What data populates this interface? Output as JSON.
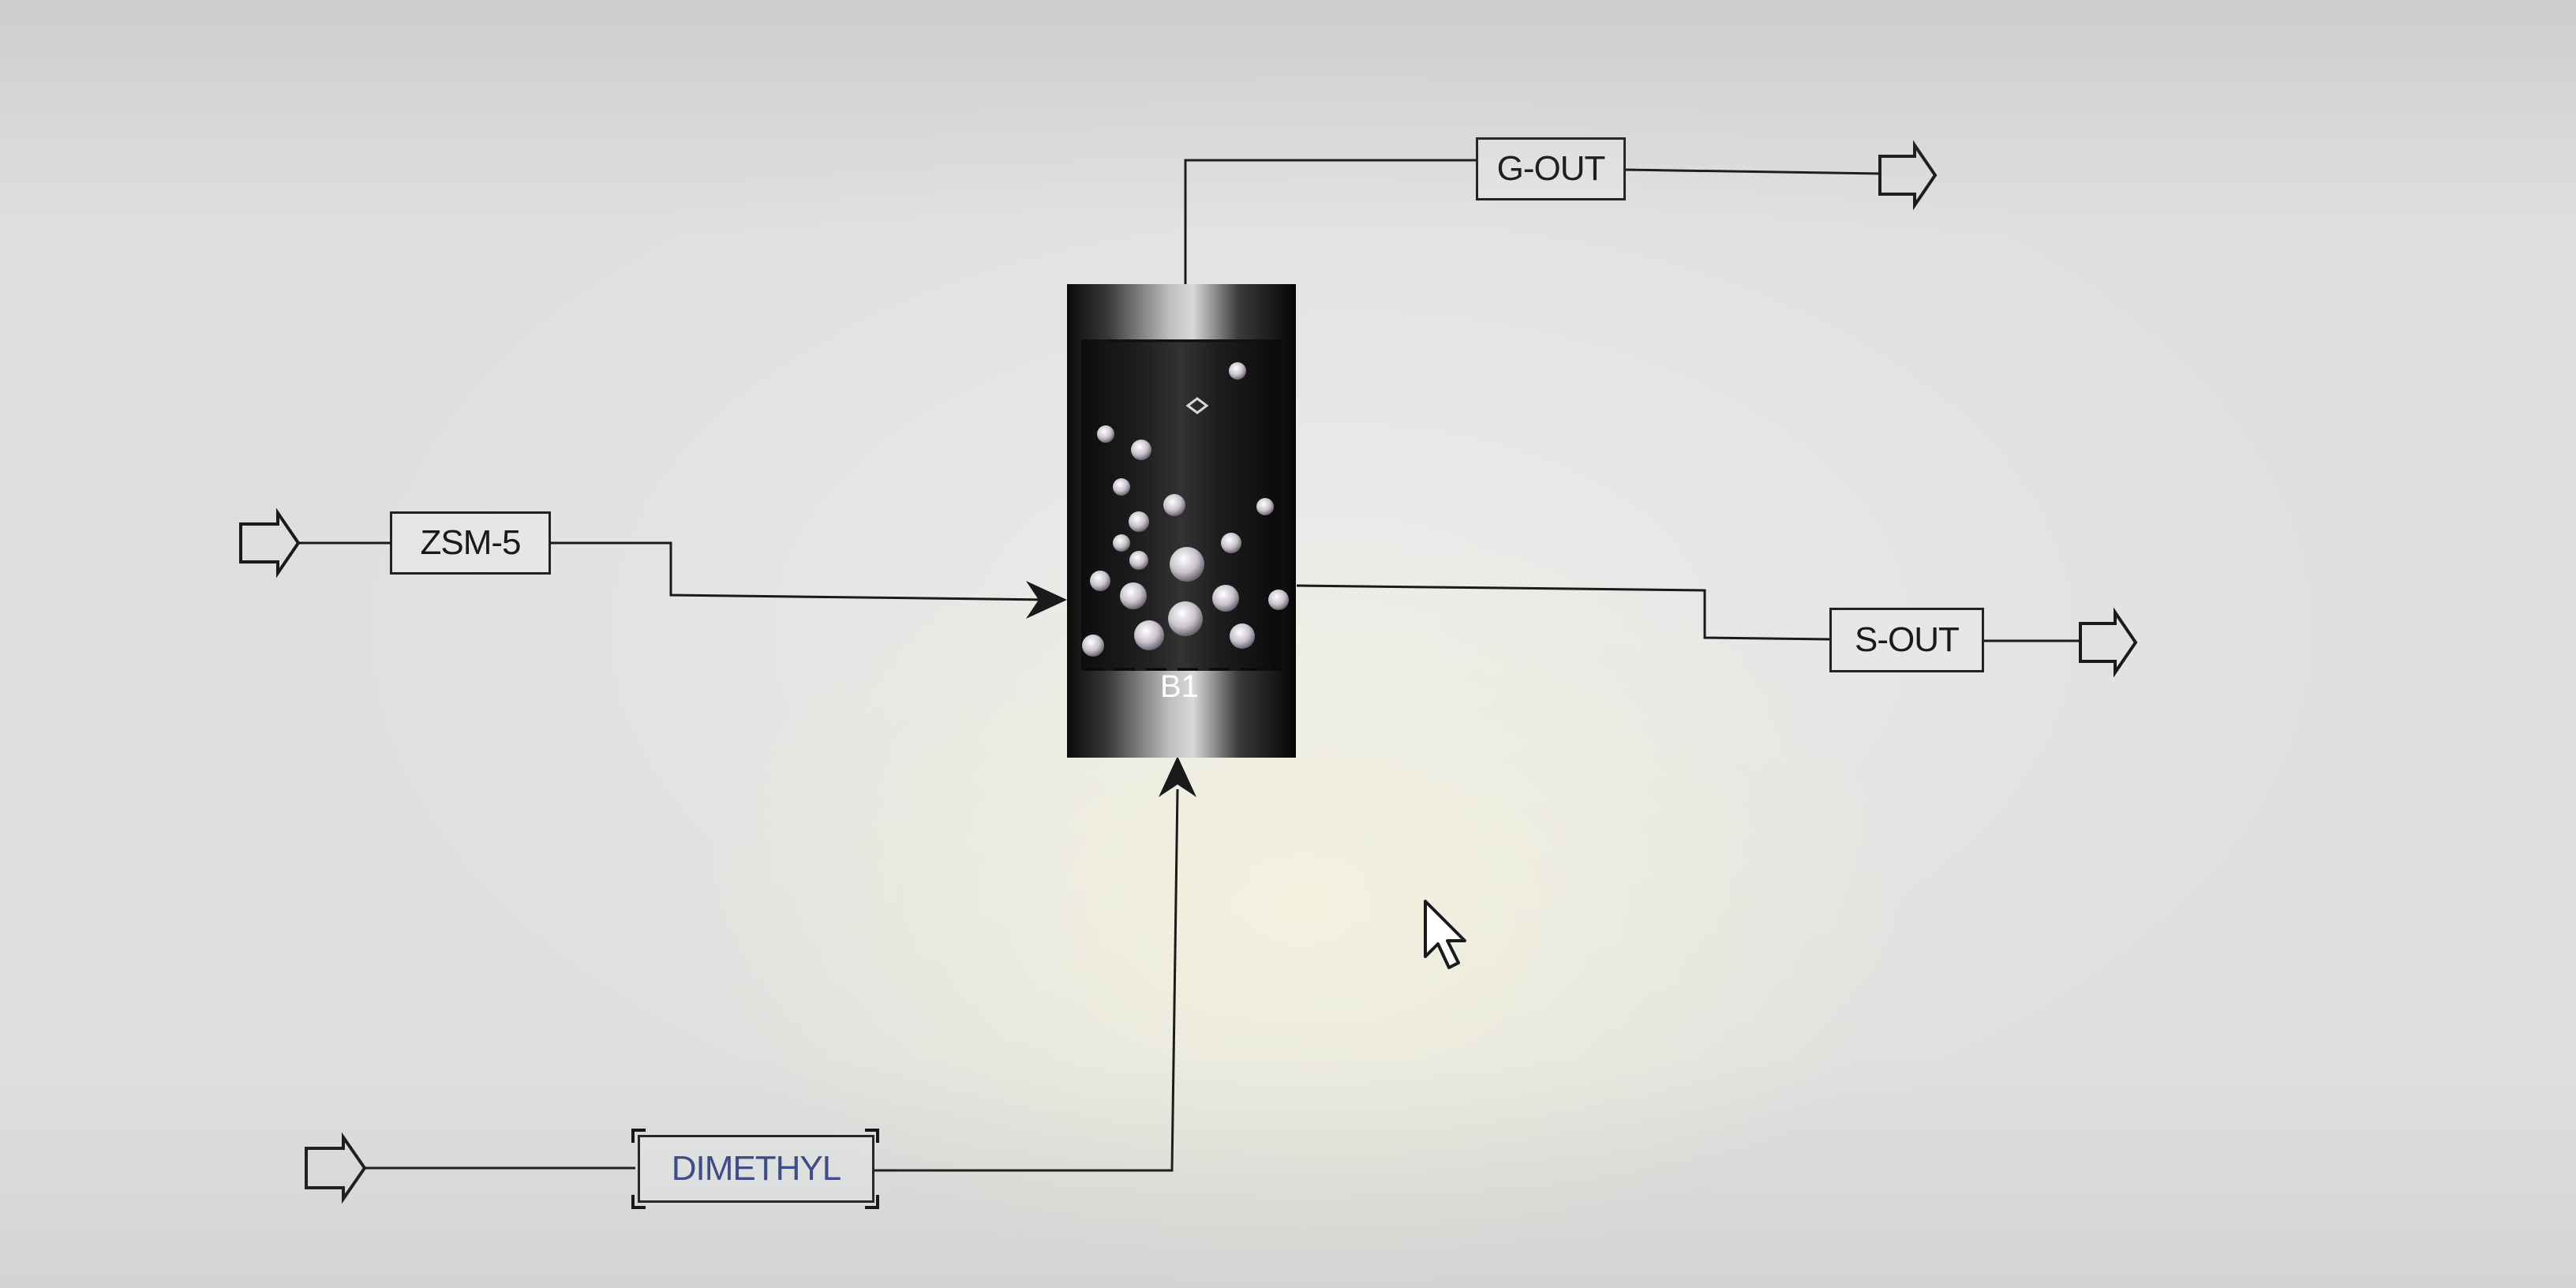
{
  "flowsheet": {
    "block": {
      "name": "B1",
      "type_icon": "fluidized-bed-reactor-icon"
    },
    "streams": {
      "zsm5": {
        "label": "ZSM-5"
      },
      "dimethyl": {
        "label": "DIMETHYL",
        "selected": true
      },
      "g_out": {
        "label": "G-OUT"
      },
      "s_out": {
        "label": "S-OUT"
      }
    },
    "colors": {
      "line": "#1a1a1a",
      "selected_label_text": "#3b4a8a",
      "background": "#e4e5e3"
    }
  }
}
